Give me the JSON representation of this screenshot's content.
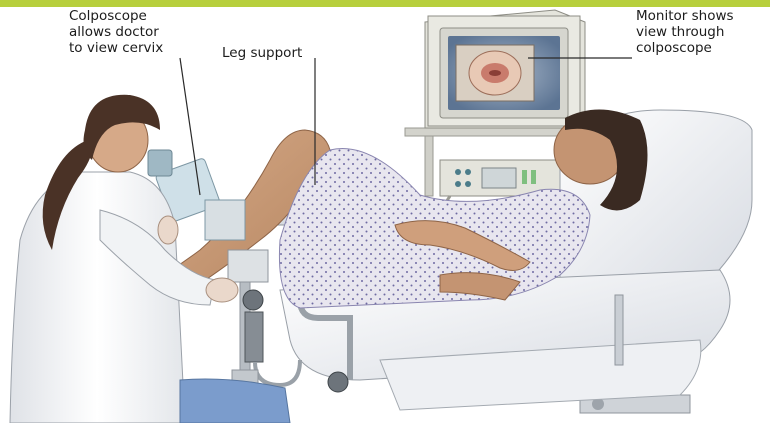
{
  "callouts": {
    "colposcope": [
      "Colposcope",
      "allows doctor",
      "to view cervix"
    ],
    "leg_support": "Leg support",
    "monitor": [
      "Monitor shows",
      "view through",
      "colposcope"
    ]
  },
  "colors": {
    "top_bar": "#b7cf3c",
    "leader_line": "#2a2a2a",
    "lab_coat": "#f4f5f7",
    "skin": "#c79a78",
    "gown": "#e8e6ef",
    "gown_dots": "#6f6aa3",
    "chair": "#eef0f3",
    "equipment": "#dcdcd4",
    "screen": "#6f86a4"
  }
}
